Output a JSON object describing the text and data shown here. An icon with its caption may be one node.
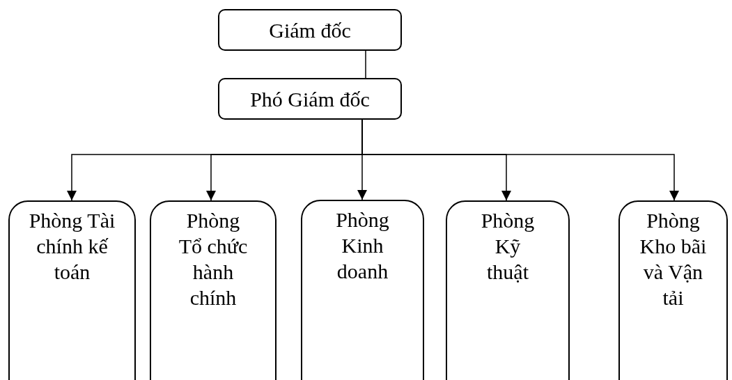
{
  "diagram": {
    "nodes": [
      {
        "text": [
          "Giám đốc"
        ]
      },
      {
        "text": [
          "Phó Giám đốc"
        ]
      },
      {
        "text": [
          "Phòng Tài chính kế toán"
        ]
      },
      {
        "text": [
          "Phòng Tổ chức hành chính"
        ]
      },
      {
        "text": [
          "Phòng Kinh doanh"
        ]
      },
      {
        "text": [
          "Phòng Kỹ thuật"
        ]
      },
      {
        "text": [
          "Phòng Kho bãi và Vận tải"
        ]
      }
    ],
    "edges": [
      {
        "from": 0,
        "to": 1,
        "arrow": "none"
      },
      {
        "from": 1,
        "to": 2,
        "arrow": "to"
      },
      {
        "from": 1,
        "to": 3,
        "arrow": "to"
      },
      {
        "from": 1,
        "to": 4,
        "arrow": "to"
      },
      {
        "from": 1,
        "to": 5,
        "arrow": "to"
      },
      {
        "from": 1,
        "to": 6,
        "arrow": "to"
      }
    ]
  }
}
